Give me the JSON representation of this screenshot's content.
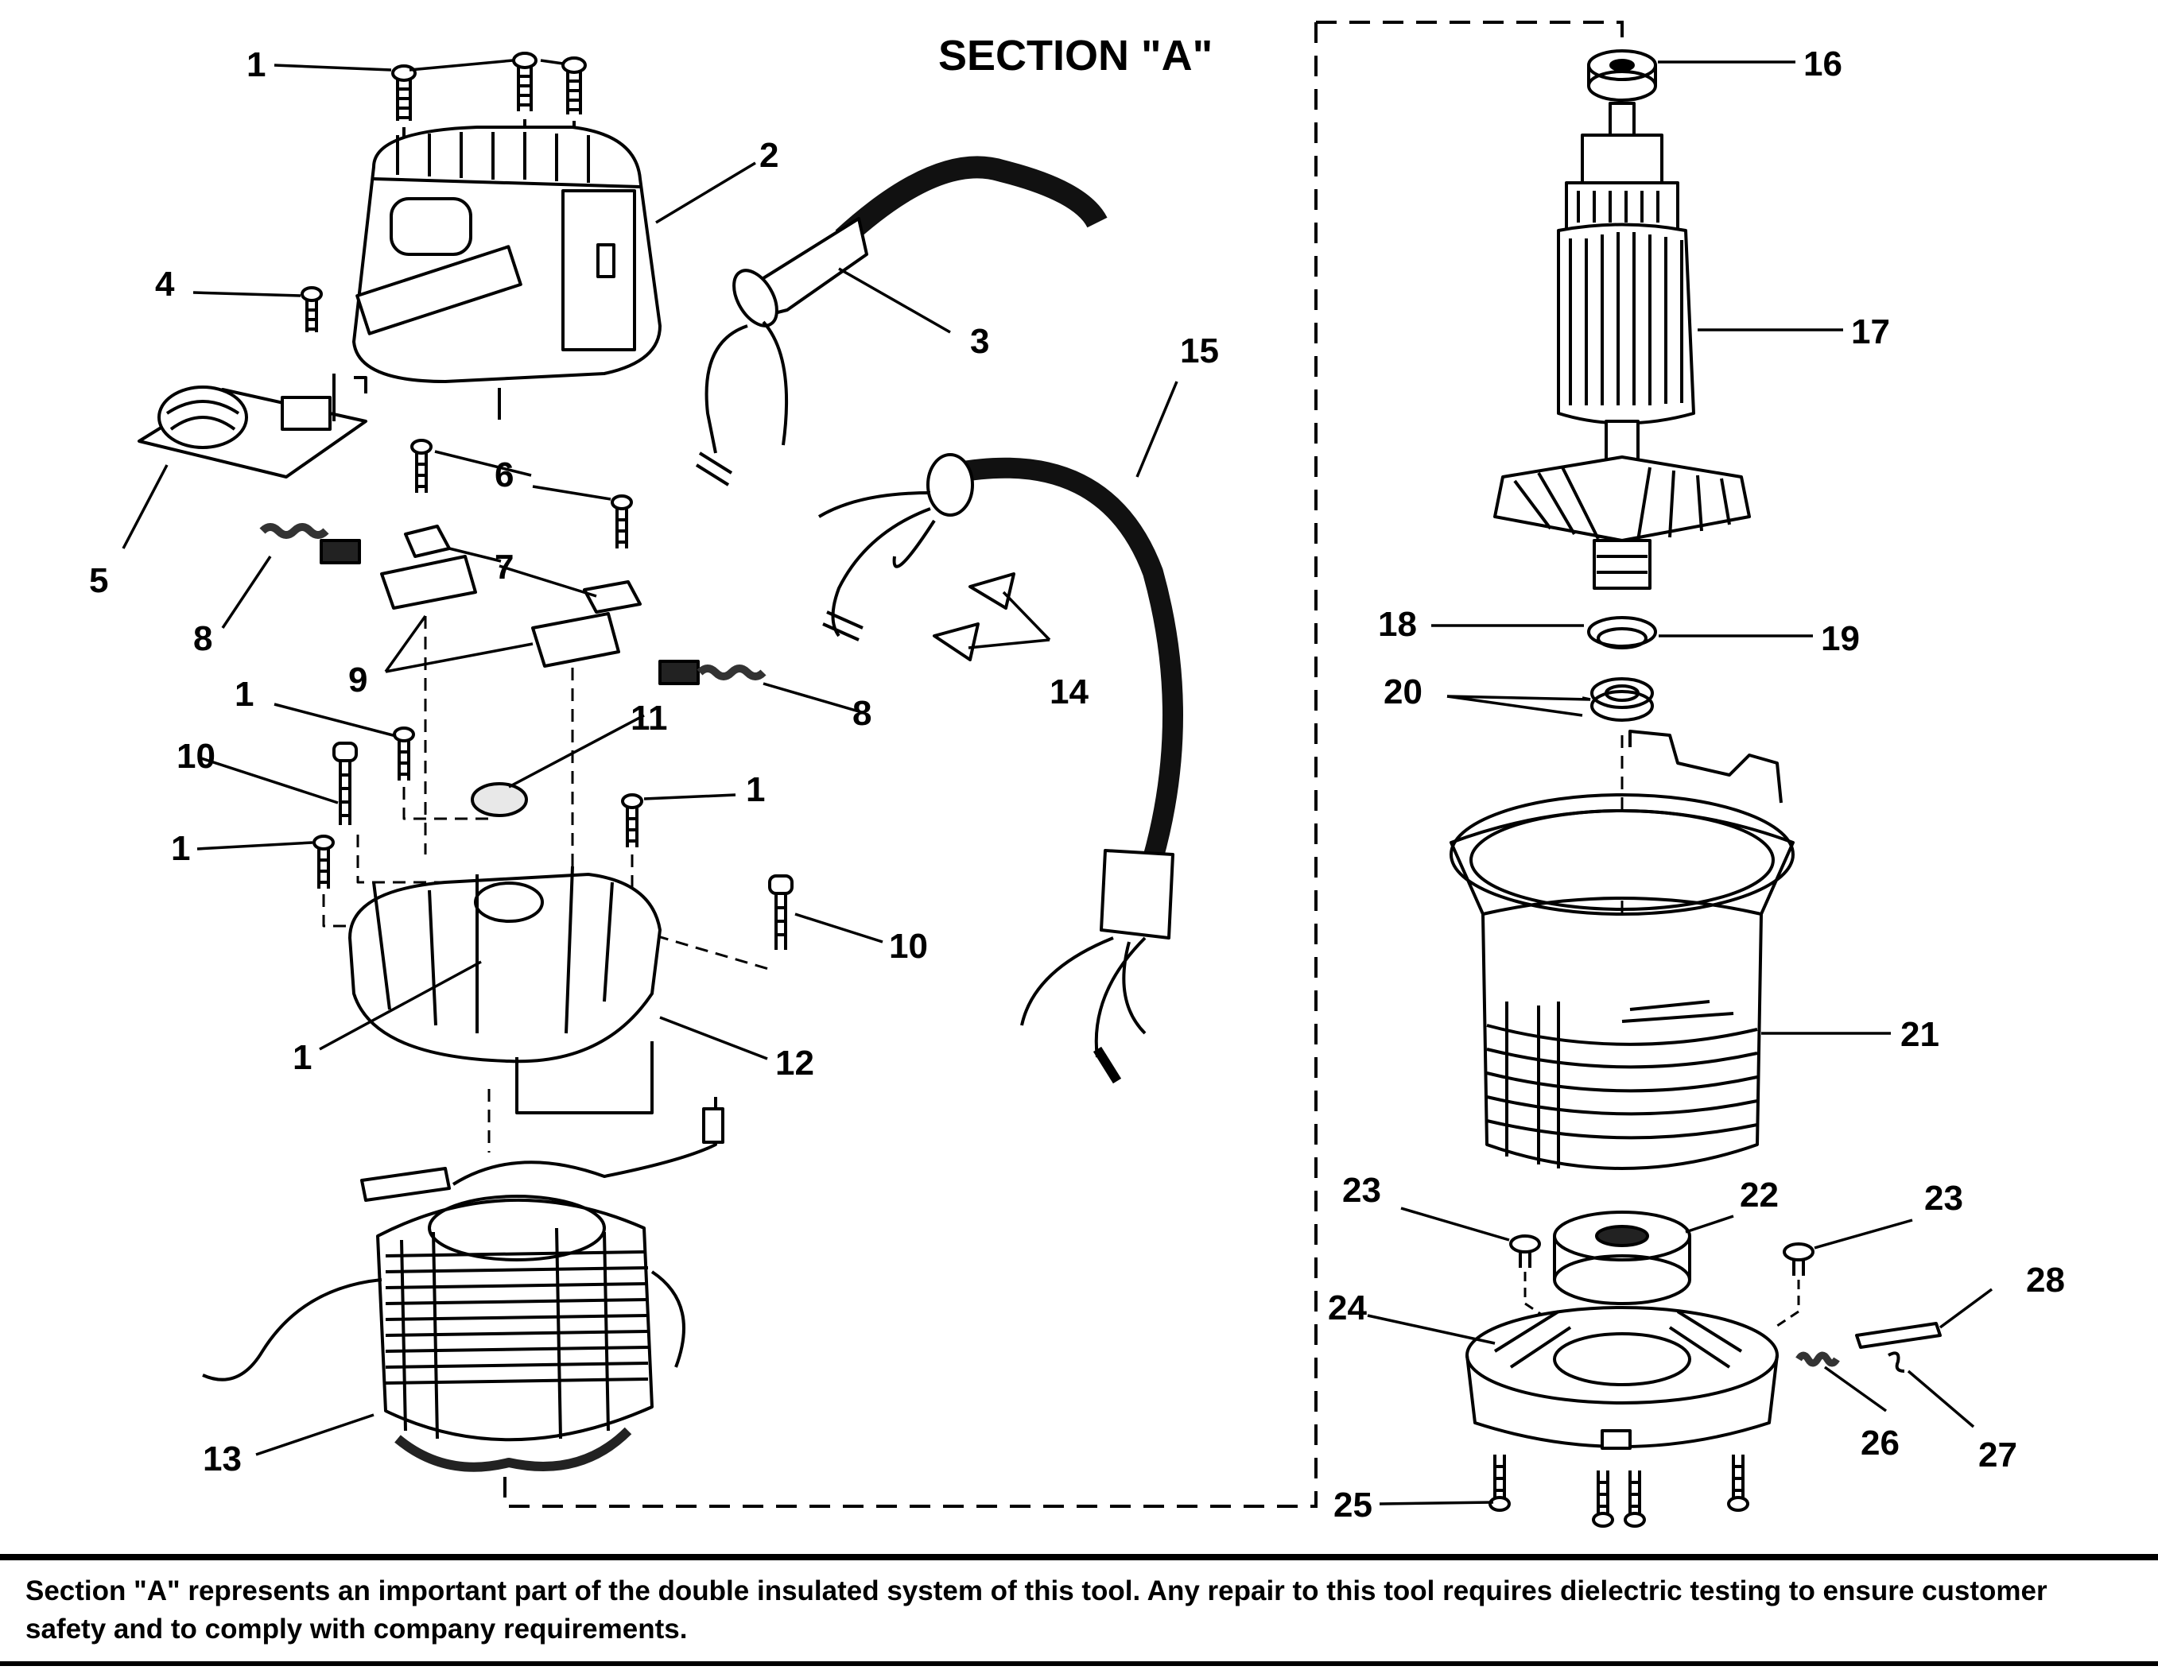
{
  "title": "SECTION \"A\"",
  "callouts": {
    "c1": "1",
    "c2": "2",
    "c3": "3",
    "c4": "4",
    "c5": "5",
    "c6": "6",
    "c7": "7",
    "c8": "8",
    "c9": "9",
    "c10": "10",
    "c11": "11",
    "c12": "12",
    "c13": "13",
    "c14": "14",
    "c15": "15",
    "c16": "16",
    "c17": "17",
    "c18": "18",
    "c19": "19",
    "c20": "20",
    "c21": "21",
    "c22": "22",
    "c23": "23",
    "c24": "24",
    "c25": "25",
    "c26": "26",
    "c27": "27",
    "c28": "28"
  },
  "footer_note": "Section \"A\" represents an important part of the double insulated system of this tool. Any repair to this tool requires dielectric testing to ensure customer safety and to comply with company requirements."
}
